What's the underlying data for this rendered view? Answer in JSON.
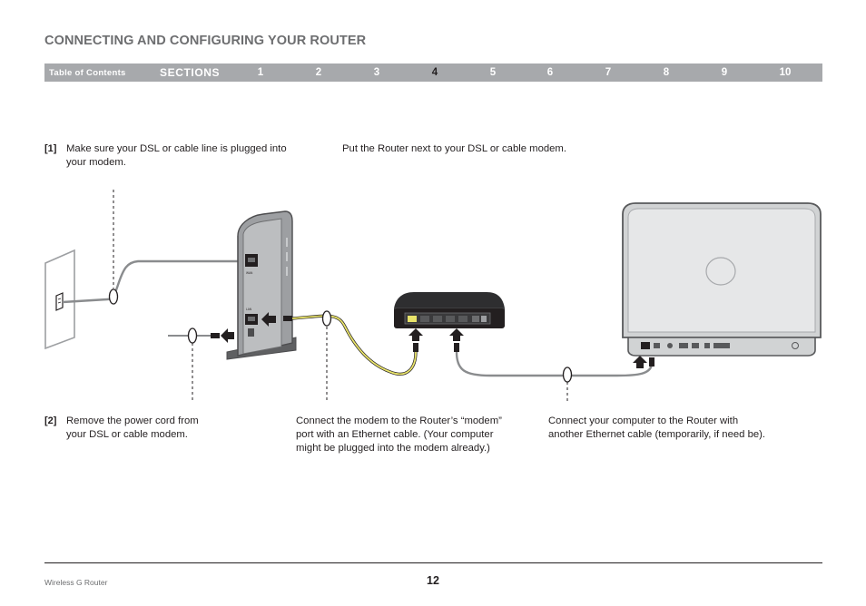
{
  "header": {
    "title": "CONNECTING AND CONFIGURING YOUR ROUTER"
  },
  "nav": {
    "toc_label": "Table of Contents",
    "sections_label": "SECTIONS",
    "numbers": [
      "1",
      "2",
      "3",
      "4",
      "5",
      "6",
      "7",
      "8",
      "9",
      "10"
    ],
    "active": "4"
  },
  "steps": {
    "step1": {
      "number": "[1]",
      "line1": "Make sure your DSL or cable line is plugged into",
      "line2": "your modem.",
      "right_line1": "Put the Router next to your DSL or cable modem."
    },
    "step2": {
      "number": "[2]",
      "col1_line1": "Remove the power cord from",
      "col1_line2": "your DSL or cable modem.",
      "col2_line1": "Connect the modem to the Router’s “modem”",
      "col2_line2": "port with an Ethernet cable. (Your computer",
      "col2_line3": "might be plugged into the modem already.)",
      "col3_line1": "Connect your computer to the Router with",
      "col3_line2": "another Ethernet cable (temporarily, if need be)."
    }
  },
  "device_labels": {
    "wan": "WAN",
    "lan": "LAN"
  },
  "footer": {
    "product": "Wireless G Router",
    "page": "12"
  },
  "colors": {
    "nav_bg": "#a7a9ac",
    "title": "#6d6e70",
    "cable_yellow": "#e8e36a",
    "cable_gray": "#8a8c8e"
  }
}
